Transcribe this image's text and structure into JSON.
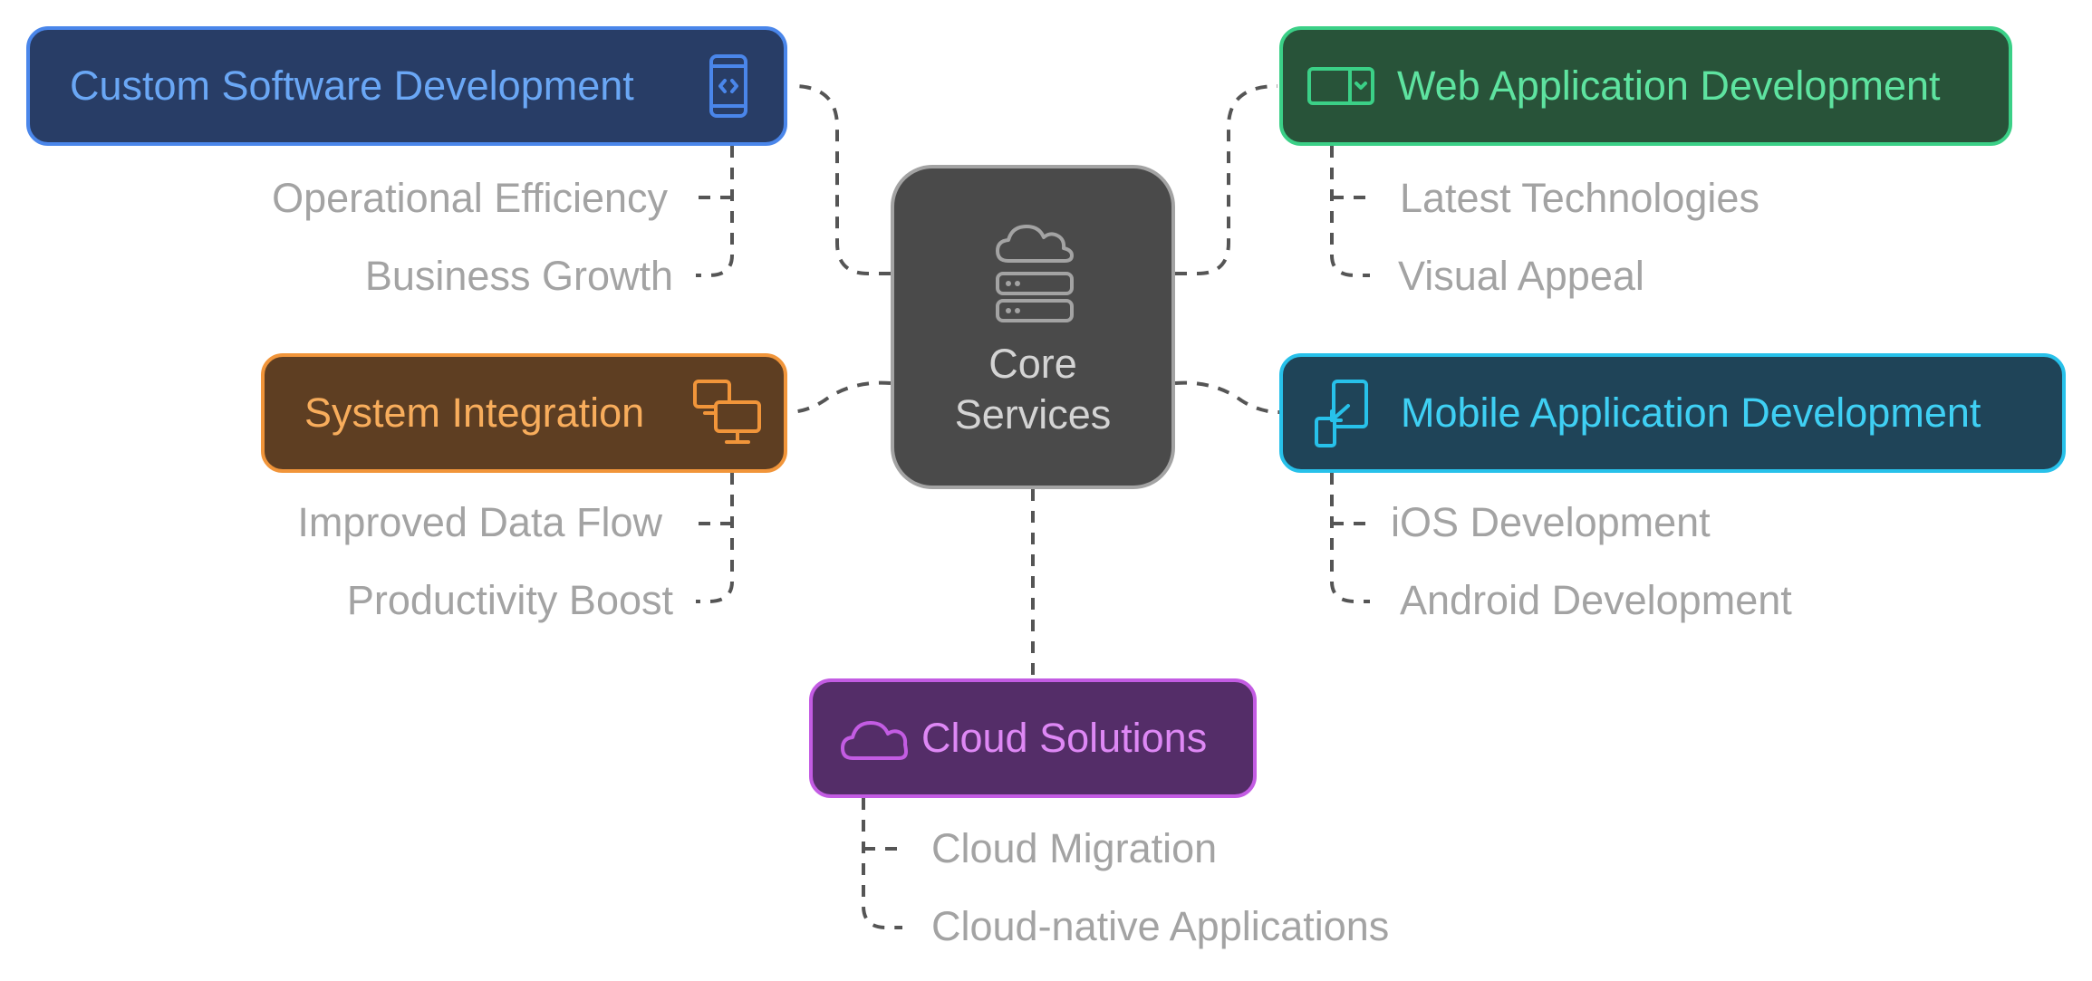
{
  "core": {
    "title": "Core\nServices",
    "icon": "cloud-server-icon"
  },
  "branches": [
    {
      "id": "custom",
      "label": "Custom Software Development",
      "icon": "smartphone-code-icon",
      "color": "#4a86ea",
      "items": [
        "Operational Efficiency",
        "Business Growth"
      ]
    },
    {
      "id": "web",
      "label": "Web Application Development",
      "icon": "browser-window-icon",
      "color": "#3bd087",
      "items": [
        "Latest Technologies",
        "Visual Appeal"
      ]
    },
    {
      "id": "system",
      "label": "System Integration",
      "icon": "linked-monitors-icon",
      "color": "#f1953a",
      "items": [
        "Improved Data Flow",
        "Productivity Boost"
      ]
    },
    {
      "id": "mobile",
      "label": "Mobile Application Development",
      "icon": "phone-to-tablet-icon",
      "color": "#27c1ea",
      "items": [
        "iOS Development",
        "Android Development"
      ]
    },
    {
      "id": "cloud",
      "label": "Cloud Solutions",
      "icon": "cloud-icon",
      "color": "#c35ce3",
      "items": [
        "Cloud Migration",
        "Cloud-native Applications"
      ]
    }
  ]
}
